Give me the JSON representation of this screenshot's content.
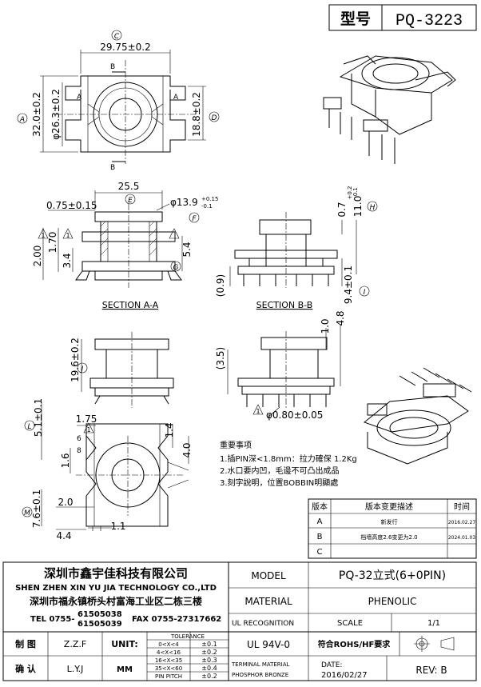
{
  "header": {
    "model_label": "型号",
    "model_no": "PQ-3223"
  },
  "views": {
    "top": {
      "dim_width": "29.75±0.2",
      "dim_height": "32.0±0.2",
      "dim_dia": "φ26.3±0.2",
      "dim_right": "18.8±0.2",
      "tag_c": "C",
      "tag_a": "A",
      "tag_d": "D",
      "sec_a": "A",
      "sec_b": "B"
    },
    "section_aa": {
      "title": "SECTION A-A",
      "dim_top": "25.5",
      "dim_left": "0.75±0.15",
      "dim_hole_main": "φ13.9",
      "dim_hole_tol_up": "+0.15",
      "dim_hole_tol_dn": "-0.1",
      "dim_200": "2.00",
      "dim_170": "1.70",
      "dim_34": "3.4",
      "dim_54": "5.4",
      "tag_e": "E",
      "tag_f": "F",
      "tag_g": "G",
      "warn1": "1",
      "warn2": "1"
    },
    "section_bb": {
      "title": "SECTION B-B",
      "dim_07": "0.7",
      "dim_11": "11.0",
      "dim_11_tol_up": "+0.2",
      "dim_11_tol_dn": "-0.1",
      "dim_09": "(0.9)",
      "dim_94": "9.4±0.1",
      "tag_h": "H",
      "tag_i": "I"
    },
    "front": {
      "dim_196": "19.6±0.2",
      "tag_j": "J"
    },
    "side": {
      "dim_10": "1.0",
      "dim_48": "4.8",
      "dim_35": "(3.5)",
      "dim_pin": "φ0.80±0.05",
      "warn": "1"
    },
    "bottom": {
      "dim_51": "5.1±0.1",
      "dim_175": "1.75",
      "dim_6": "6",
      "dim_8": "8",
      "dim_16": "1.6",
      "dim_14": "1.4",
      "dim_40": "4.0",
      "dim_20": "2.0",
      "dim_76": "7.6±0.1",
      "dim_44": "4.4",
      "dim_11": "1.1",
      "tag_l": "L",
      "tag_m": "M",
      "warn": "1"
    }
  },
  "notes": {
    "title": "重要事项",
    "items": [
      "1.插PIN深<1.8mm：拉力確保 1.2Kg",
      "2.水口要内凹，毛邊不可凸出成品",
      "3.刻字說明，位置BOBBIN明顯處"
    ],
    "warn_marks": [
      "1",
      "2",
      "3"
    ]
  },
  "revision": {
    "headers": [
      "版本",
      "版本变更描述",
      "时间"
    ],
    "rows": [
      {
        "ver": "A",
        "desc": "新发行",
        "date": "2016.02.27"
      },
      {
        "ver": "B",
        "desc": "档墙高度2.6变更为2.0",
        "date": "2024.01.03"
      },
      {
        "ver": "C",
        "desc": "",
        "date": ""
      }
    ]
  },
  "title_block": {
    "company_cn": "深圳市鑫宇佳科技有限公司",
    "company_en": "SHEN ZHEN XIN YU JIA TECHNOLOGY CO.,LTD",
    "address": "深圳市福永镇桥头村富海工业区二栋三楼",
    "tel_label": "TEL 0755-",
    "tel1": "61505038",
    "tel2": "61505039",
    "fax": "FAX 0755-27317662",
    "model_label": "MODEL",
    "model_value": "PQ-32立式(6+0PIN)",
    "material_label": "MATERIAL",
    "material_value": "PHENOLIC",
    "ul_label": "UL RECOGNITION",
    "scale_label": "SCALE",
    "scale_value": "1/1",
    "ul_value": "UL 94V-0",
    "rohs": "符合ROHS/HF要求",
    "terminal_label": "TERMINAL MATERIAL",
    "terminal_value": "PHOSPHOR BRONZE",
    "date_label": "DATE:",
    "date_value": "2016/02/27",
    "rev_label": "REV: B",
    "drawn_label": "制 图",
    "drawn_by": "Z.Z.F",
    "check_label": "确 认",
    "check_by": "L.Y.J",
    "unit_label": "UNIT:",
    "unit_value": "MM",
    "tol_title": "TOLERANCE",
    "tolerances": [
      {
        "range": "0<X<4",
        "tol": "±0.1"
      },
      {
        "range": "4<X<16",
        "tol": "±0.2"
      },
      {
        "range": "16<X<35",
        "tol": "±0.3"
      },
      {
        "range": "35<X<60",
        "tol": "±0.4"
      },
      {
        "range": "PIN PITCH",
        "tol": "±0.2"
      }
    ]
  }
}
